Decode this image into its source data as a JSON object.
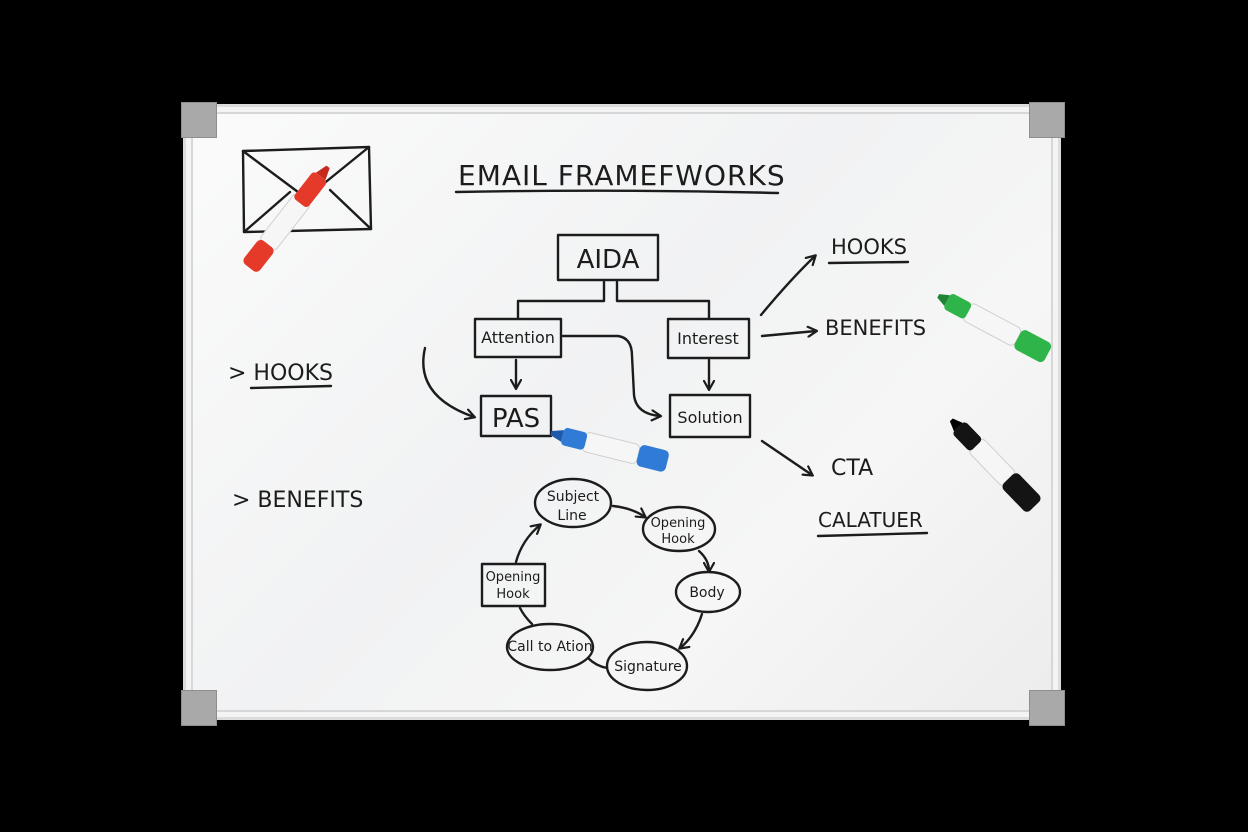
{
  "board": {
    "title": "EMAIL FRAMEFWORKS",
    "aida": {
      "top": "AIDA",
      "attention": "Attention",
      "interest": "Interest",
      "pas": "PAS",
      "solution": "Solution"
    },
    "right_labels": {
      "hooks": "HOOKS",
      "benefits": "BENEFITS",
      "cta": "CTA",
      "calatuer": "CALATUER"
    },
    "left_labels": {
      "hooks": "> HOOKS",
      "benefits": "> BENEFITS"
    },
    "cycle": {
      "subject_1": "Subject",
      "subject_2": "Line",
      "opening_right_1": "Opening",
      "opening_right_2": "Hook",
      "body": "Body",
      "signature": "Signature",
      "call_to_action": "Call to Ation",
      "opening_left_1": "Opening",
      "opening_left_2": "Hook"
    }
  },
  "colors": {
    "background": "#000000",
    "board": "#f4f4f4",
    "ink": "#1c1c1c",
    "frame_corner": "#a9a9a9",
    "marker_red": "#e53a2a",
    "marker_blue": "#2f7bd6",
    "marker_green": "#2fb44a",
    "marker_black": "#141414"
  },
  "icons": {
    "envelope": "envelope-icon",
    "markers": [
      "red-marker",
      "blue-marker",
      "green-marker",
      "black-marker"
    ]
  }
}
